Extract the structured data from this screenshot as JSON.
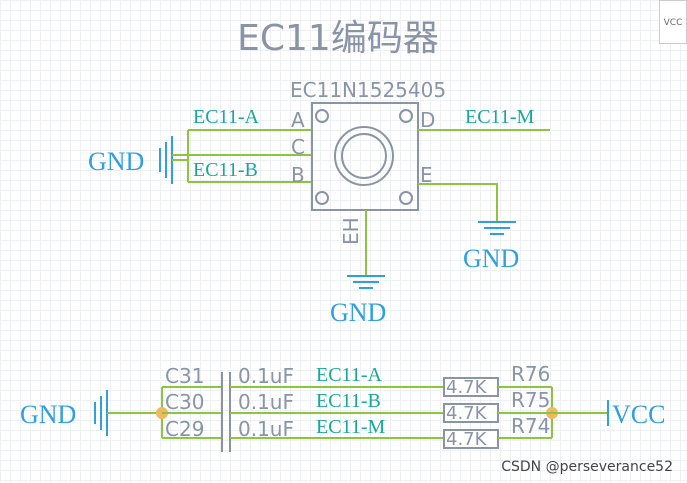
{
  "title": "EC11编码器",
  "encoder": {
    "part_number": "EC11N1525405",
    "pins": {
      "a": "A",
      "c": "C",
      "b": "B",
      "d": "D",
      "e": "E",
      "eh": "EH"
    },
    "nets": {
      "a": "EC11-A",
      "b": "EC11-B",
      "m": "EC11-M"
    },
    "gnd_left": "GND",
    "gnd_right": "GND",
    "gnd_bottom": "GND"
  },
  "filter": {
    "gnd": "GND",
    "vcc": "VCC",
    "rows": [
      {
        "cap": "C31",
        "cap_value": "0.1uF",
        "net": "EC11-A",
        "res_value": "4.7K",
        "res": "R76"
      },
      {
        "cap": "C30",
        "cap_value": "0.1uF",
        "net": "EC11-B",
        "res_value": "4.7K",
        "res": "R75"
      },
      {
        "cap": "C29",
        "cap_value": "0.1uF",
        "net": "EC11-M",
        "res_value": "4.7K",
        "res": "R74"
      }
    ]
  },
  "corner_label": "VCC",
  "watermark": "CSDN @perseverance52",
  "colors": {
    "wire": "#8cc63f",
    "part": "#8a94a6",
    "net": "#17a89a",
    "power": "#2f9fe0",
    "junction": "#f0b860"
  }
}
